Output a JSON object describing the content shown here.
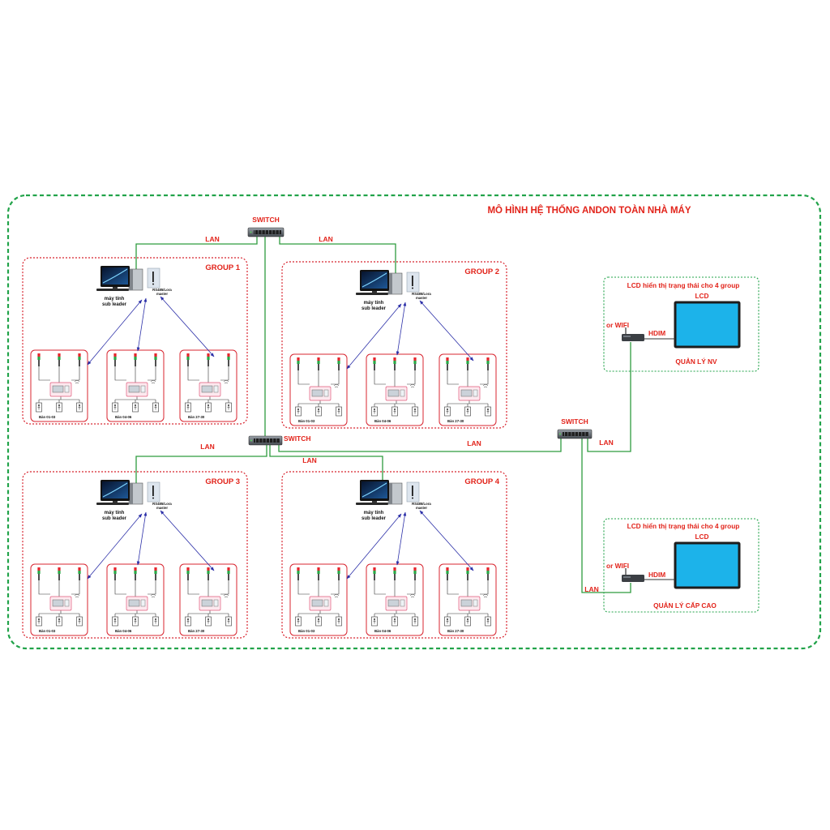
{
  "title": "MÔ HÌNH HỆ THỐNG ANDON TOÀN NHÀ MÁY",
  "switches": [
    "SWITCH",
    "SWITCH",
    "SWITCH"
  ],
  "lan_links": [
    "LAN",
    "LAN",
    "LAN",
    "LAN",
    "LAN",
    "LAN",
    "LAN"
  ],
  "groups": [
    {
      "label": "GROUP 1",
      "computer": {
        "line1": "máy tính",
        "line2": "sub leader"
      },
      "master": {
        "line1": "RS485/Lora",
        "line2": "master"
      },
      "stations": [
        {
          "label": "Bàn 01-03"
        },
        {
          "label": "Bàn 04-06"
        },
        {
          "label": "Bàn 27-30"
        }
      ]
    },
    {
      "label": "GROUP 2",
      "computer": {
        "line1": "máy tính",
        "line2": "sub leader"
      },
      "master": {
        "line1": "RS485/Lora",
        "line2": "master"
      },
      "stations": [
        {
          "label": "Bàn 01-03"
        },
        {
          "label": "Bàn 04-06"
        },
        {
          "label": "Bàn 27-30"
        }
      ]
    },
    {
      "label": "GROUP 3",
      "computer": {
        "line1": "máy tính",
        "line2": "sub leader"
      },
      "master": {
        "line1": "RS485/Lora",
        "line2": "master"
      },
      "stations": [
        {
          "label": "Bàn 01-03"
        },
        {
          "label": "Bàn 04-06"
        },
        {
          "label": "Bàn 27-30"
        }
      ]
    },
    {
      "label": "GROUP 4",
      "computer": {
        "line1": "máy tính",
        "line2": "sub leader"
      },
      "master": {
        "line1": "RS485/Lora",
        "line2": "master"
      },
      "stations": [
        {
          "label": "Bàn 01-03"
        },
        {
          "label": "Bàn 04-06"
        },
        {
          "label": "Bàn 27-30"
        }
      ]
    }
  ],
  "displays": [
    {
      "heading": "LCD hiển thị trạng thái cho 4 group",
      "device": "LCD",
      "wireless": "or WIFI",
      "connector": "HDIM",
      "role": "QUẢN LÝ NV"
    },
    {
      "heading": "LCD hiển thị trạng thái cho 4 group",
      "device": "LCD",
      "wireless": "or WIFI",
      "connector": "HDIM",
      "role": "QUẢN LÝ CẤP CAO"
    }
  ],
  "icons": [
    "network-switch-icon",
    "desktop-computer-icon",
    "rs485-lora-master-icon",
    "andon-tower-light-icon",
    "workstation-icon",
    "wireless-signal-icon",
    "router-icon",
    "lcd-screen-icon"
  ],
  "colors": {
    "title": "#e2231a",
    "label": "#e2231a",
    "frame": "#22a34a",
    "lan_link": "#2e9c3f",
    "group_border": "#d8242f",
    "arrow": "#2b2fa8",
    "screen": "#1cb3ea"
  }
}
